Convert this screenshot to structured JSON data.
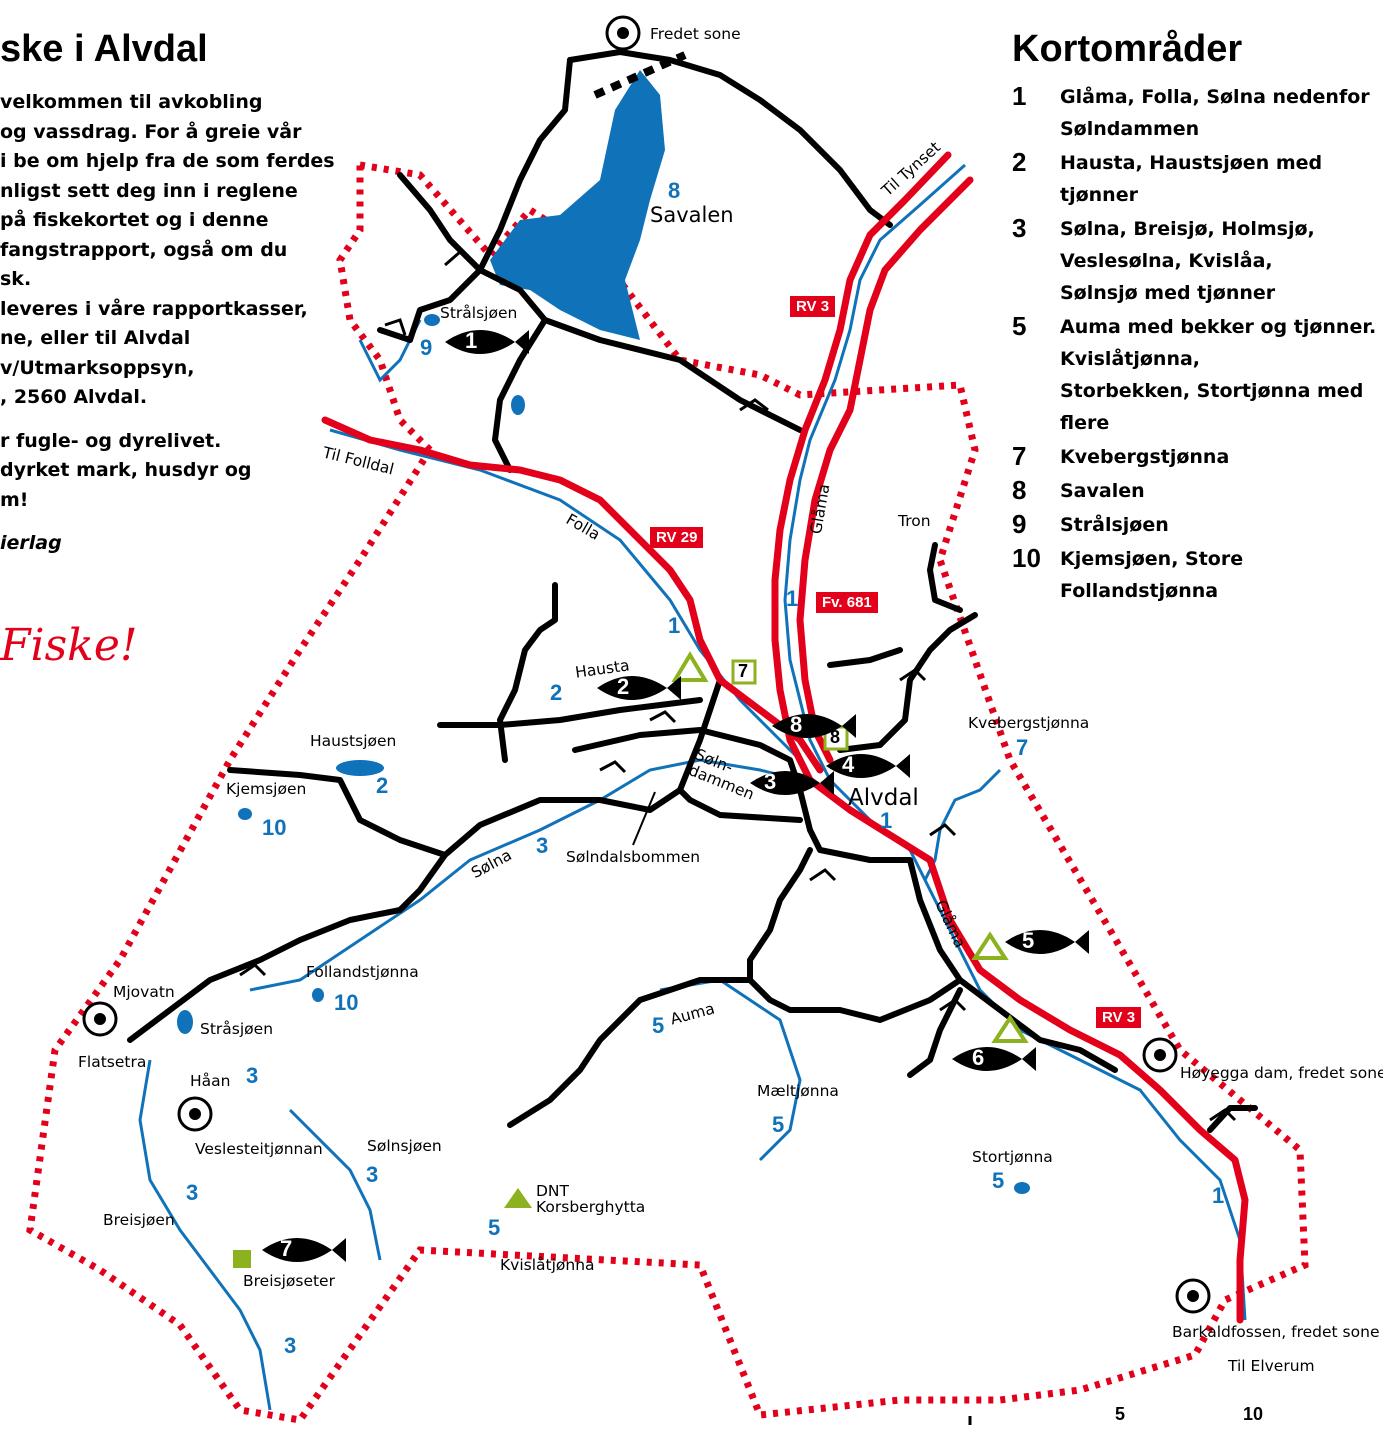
{
  "title": "ske i Alvdal",
  "intro": {
    "lines": [
      "velkommen til avkobling",
      "og vassdrag. For å greie vår",
      "i be om hjelp fra de som ferdes",
      "nligst sett deg inn i reglene",
      " på fiskekortet og i denne",
      " fangstrapport, også om du",
      "sk.",
      " leveres i våre rapportkasser,",
      "ne, eller til Alvdal",
      "v/Utmarksoppsyn,",
      ", 2560 Alvdal."
    ],
    "lines2": [
      "r fugle- og dyrelivet.",
      "dyrket mark, husdyr og",
      "m!"
    ],
    "signature": "ierlag",
    "script": "Fiske!"
  },
  "legend": {
    "title": "Kortområder",
    "items": [
      {
        "num": "1",
        "text": "Glåma, Folla, Sølna nedenfor\nSølndammen"
      },
      {
        "num": "2",
        "text": "Hausta, Haustsjøen med\ntjønner"
      },
      {
        "num": "3",
        "text": "Sølna, Breisjø, Holmsjø,\nVeslesølna, Kvislåa,\nSølnsjø med tjønner"
      },
      {
        "num": "5",
        "text": "Auma med bekker og tjønner.\nKvislåtjønna,\nStorbekken, Stortjønna med\nflere"
      },
      {
        "num": "7",
        "text": "Kvebergstjønna"
      },
      {
        "num": "8",
        "text": "Savalen"
      },
      {
        "num": "9",
        "text": "Strålsjøen"
      },
      {
        "num": "10",
        "text": "Kjemsjøen, Store\nFollandstjønna"
      }
    ]
  },
  "roads": {
    "rv3": "RV 3",
    "rv29": "RV 29",
    "fv681": "Fv. 681"
  },
  "places": {
    "fredet_sone": "Fredet sone",
    "savalen": "Savalen",
    "til_tynset": "Til Tynset",
    "stralsjoen": "Strålsjøen",
    "til_folldal": "Til Folldal",
    "folla": "Folla",
    "tron": "Tron",
    "glama_n": "Glåma",
    "hausta": "Hausta",
    "haustsjoen": "Haustsjøen",
    "kjemsjoen": "Kjemsjøen",
    "soln_dammen": "Søln-\ndammen",
    "alvdal": "Alvdal",
    "kvebergstjonna": "Kvebergstjønna",
    "solna": "Sølna",
    "solndalsbommen": "Sølndalsbommen",
    "glama_s": "Glåma",
    "follandstjonna": "Follandstjønna",
    "mjovatn": "Mjovatn",
    "flatsetra": "Flatsetra",
    "strasjoen": "Stråsjøen",
    "haan": "Håan",
    "auma": "Auma",
    "veslesteitjonnan": "Veslesteitjønnan",
    "solnsjoen": "Sølnsjøen",
    "maeltjonna": "Mæltjønna",
    "hoyegga": "Høyegga dam, fredet sone",
    "stortjonna": "Stortjønna",
    "breisjoen": "Breisjøen",
    "dnt": "DNT\nKorsberghytta",
    "kvislatjonna": "Kvislåtjønna",
    "breisjoseter": "Breisjøseter",
    "barkaldfossen": "Barkaldfossen, fredet sone",
    "til_elverum": "Til Elverum"
  },
  "zones": {
    "savalen": "8",
    "stralsjoen": "9",
    "glama_n": "1",
    "folla": "1",
    "hausta": "2",
    "haustsjoen": "2",
    "kjemsjoen": "10",
    "alvdal": "1",
    "kveberg": "7",
    "solna": "3",
    "follandstjonna": "10",
    "auma": "5",
    "haan": "3",
    "solnsjoen": "3",
    "maeltjonna": "5",
    "stortjonna": "5",
    "breisjoen": "3",
    "kvislatjonna": "5",
    "breisjo_s": "3",
    "glama_s": "1"
  },
  "fish": {
    "f1": "1",
    "f2": "2",
    "f3": "3",
    "f4": "4",
    "f5": "5",
    "f6": "6",
    "f7": "7",
    "f8": "8"
  },
  "squares": {
    "s7": "7",
    "s8": "8"
  },
  "scale": {
    "a": "5",
    "b": "10"
  },
  "colors": {
    "road": "#000000",
    "main_road": "#e2001a",
    "water": "#1072b8",
    "border": "#e2001a",
    "camp": "#8cb21f"
  }
}
